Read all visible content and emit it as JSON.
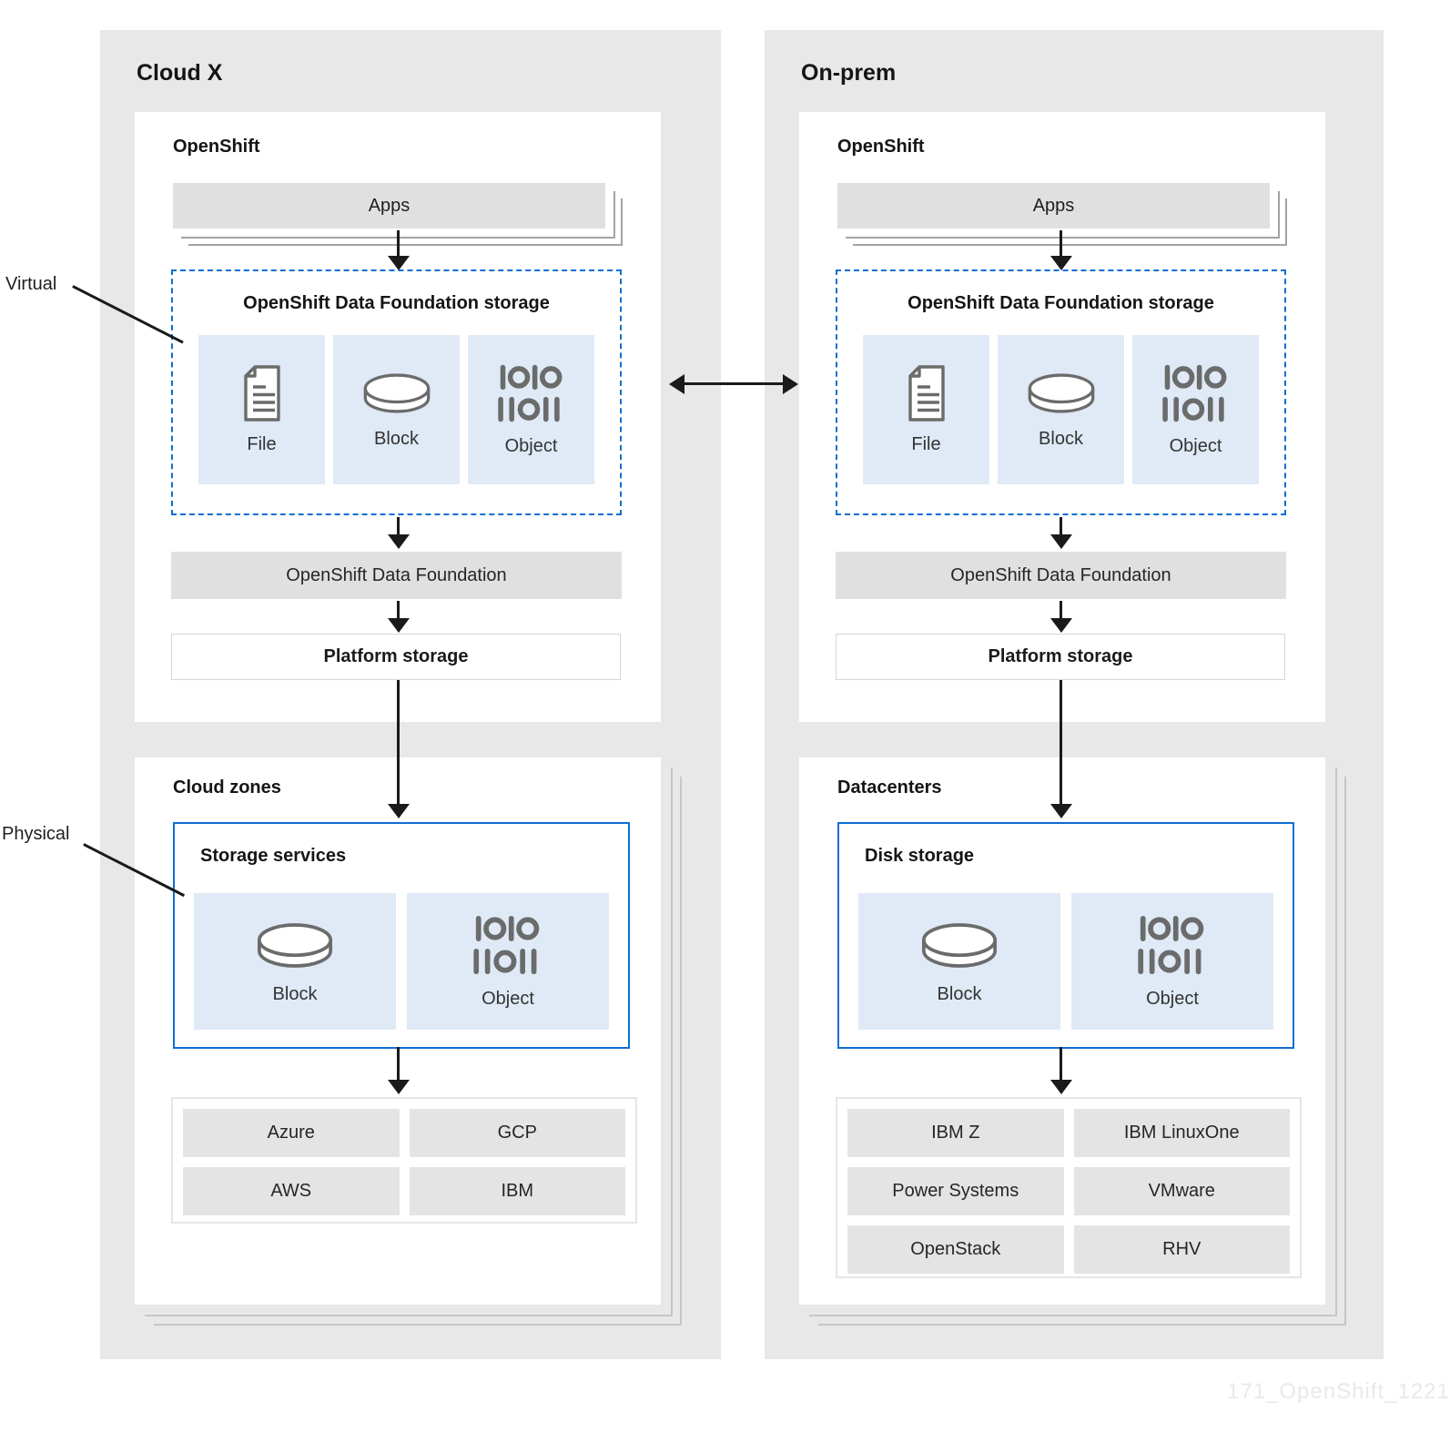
{
  "annotations": {
    "virtual": "Virtual",
    "physical": "Physical"
  },
  "watermark": {
    "text": "171_OpenShift_1221"
  },
  "colors": {
    "accent_blue": "#0e6ed2",
    "tile_blue": "#dfeaf6",
    "panel_gray": "#e8e8e8",
    "bar_gray": "#e0e0e0",
    "icon_stroke": "#6b6b6b"
  },
  "left": {
    "title": "Cloud X",
    "openshift": {
      "title": "OpenShift",
      "apps_label": "Apps",
      "odf_storage": {
        "title": "OpenShift Data Foundation storage",
        "tiles": [
          {
            "icon": "file-icon",
            "label": "File"
          },
          {
            "icon": "block-icon",
            "label": "Block"
          },
          {
            "icon": "object-icon",
            "label": "Object"
          }
        ]
      },
      "odf_label": "OpenShift Data Foundation",
      "platform_label": "Platform storage"
    },
    "zone": {
      "title": "Cloud zones",
      "storage_box": {
        "title": "Storage services",
        "tiles": [
          {
            "icon": "block-icon",
            "label": "Block"
          },
          {
            "icon": "object-icon",
            "label": "Object"
          }
        ]
      },
      "providers": [
        "Azure",
        "GCP",
        "AWS",
        "IBM"
      ]
    }
  },
  "right": {
    "title": "On-prem",
    "openshift": {
      "title": "OpenShift",
      "apps_label": "Apps",
      "odf_storage": {
        "title": "OpenShift Data Foundation storage",
        "tiles": [
          {
            "icon": "file-icon",
            "label": "File"
          },
          {
            "icon": "block-icon",
            "label": "Block"
          },
          {
            "icon": "object-icon",
            "label": "Object"
          }
        ]
      },
      "odf_label": "OpenShift Data Foundation",
      "platform_label": "Platform storage"
    },
    "zone": {
      "title": "Datacenters",
      "storage_box": {
        "title": "Disk storage",
        "tiles": [
          {
            "icon": "block-icon",
            "label": "Block"
          },
          {
            "icon": "object-icon",
            "label": "Object"
          }
        ]
      },
      "providers": [
        "IBM Z",
        "IBM LinuxOne",
        "Power Systems",
        "VMware",
        "OpenStack",
        "RHV"
      ]
    }
  }
}
